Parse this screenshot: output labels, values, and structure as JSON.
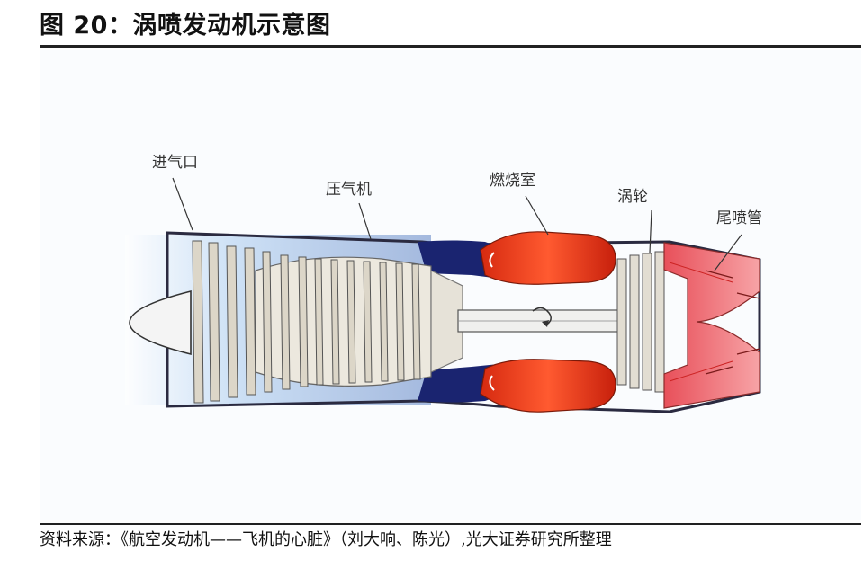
{
  "figure": {
    "title": "图 20：涡喷发动机示意图",
    "source": "资料来源：《航空发动机——飞机的心脏》（刘大响、陈光）,光大证券研究所整理"
  },
  "diagram": {
    "labels": {
      "inlet": "进气口",
      "compressor": "压气机",
      "combustor": "燃烧室",
      "turbine": "涡轮",
      "nozzle": "尾喷管"
    },
    "colors": {
      "flame": "#e8341c",
      "exhaust": "#f07070",
      "casing": "#1a2470",
      "inlet_air": "#9ec3ea",
      "blade": "#d9d4c8"
    }
  }
}
